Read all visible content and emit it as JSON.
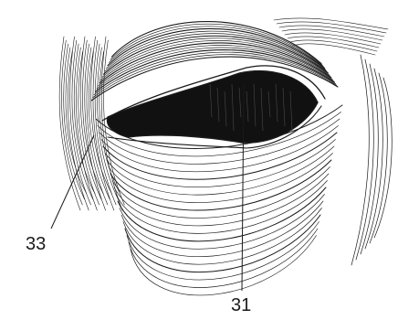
{
  "figure": {
    "labels": [
      {
        "id": "33",
        "text": "33"
      },
      {
        "id": "31",
        "text": "31"
      }
    ]
  },
  "colors": {
    "ink": "#1a1a1a",
    "background": "#ffffff"
  }
}
